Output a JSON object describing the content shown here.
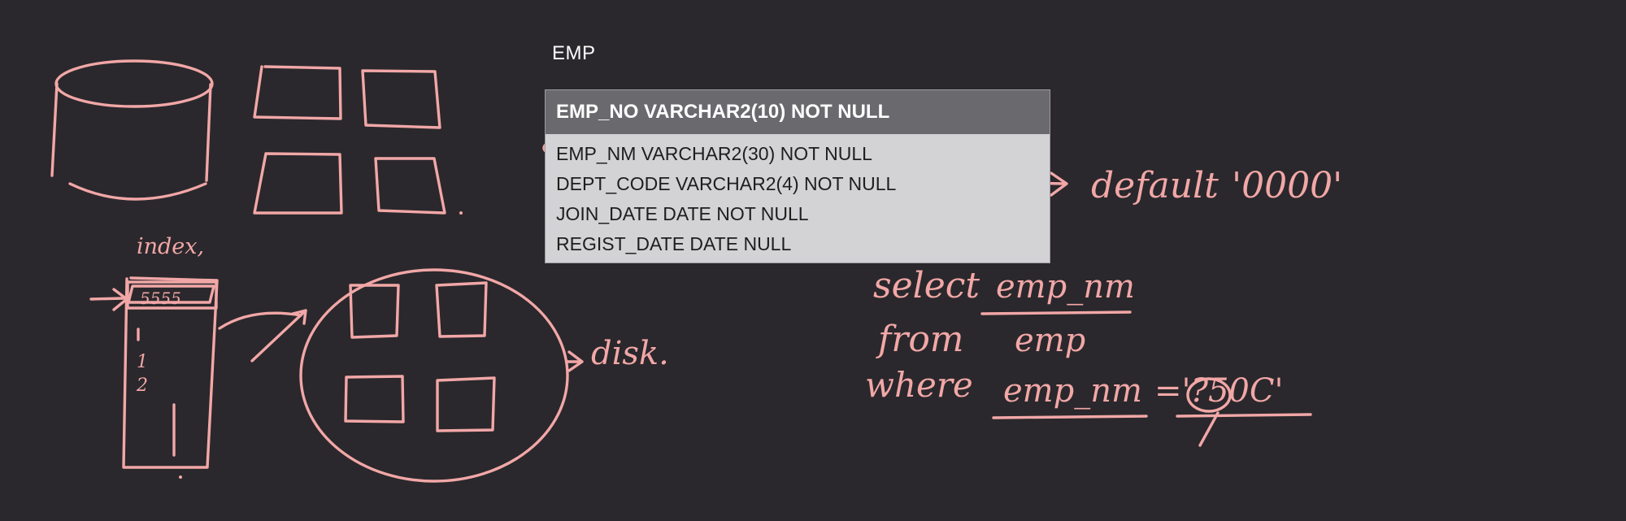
{
  "table": {
    "caption": "EMP",
    "header": "EMP_NO VARCHAR2(10) NOT NULL",
    "rows": [
      "EMP_NM VARCHAR2(30) NOT NULL",
      "DEPT_CODE VARCHAR2(4) NOT NULL",
      "JOIN_DATE DATE NOT NULL",
      "REGIST_DATE DATE NULL"
    ]
  },
  "annotations": {
    "index_label": "index,",
    "index_cell": "5555",
    "index_entries": [
      "1",
      "2"
    ],
    "disk_label": "disk.",
    "default_label": "default",
    "default_value": "'0000'",
    "query": {
      "select_kw": "select",
      "select_col": "emp_nm",
      "from_kw": "from",
      "from_table": "emp",
      "where_kw": "where",
      "where_cond": "emp_nm",
      "where_value": "='?50C'"
    }
  },
  "colors": {
    "background": "#2a282c",
    "ink": "#f2a7a7",
    "table_header": "#6a696d",
    "table_body": "#d3d2d5"
  }
}
